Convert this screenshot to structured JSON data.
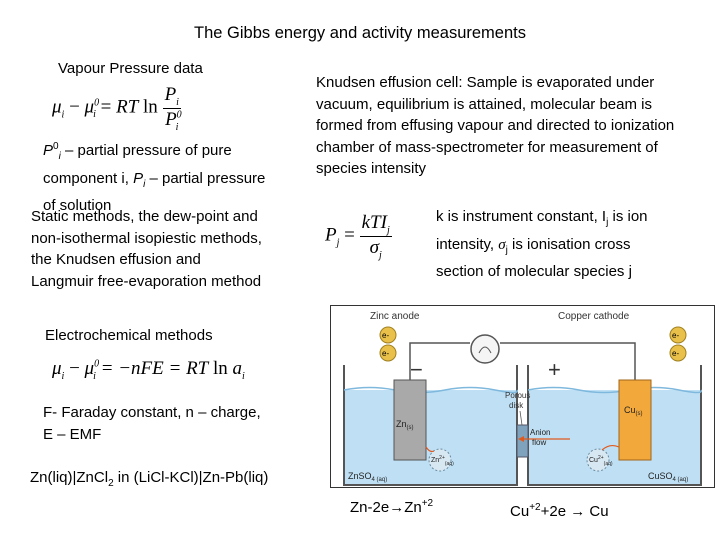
{
  "title": "The Gibbs energy and activity measurements",
  "left": {
    "vapour_heading": "Vapour Pressure data",
    "eq1": {
      "mu": "μ",
      "sub_i": "i",
      "minus": " − ",
      "mu0": "μ",
      "sup0": "0",
      "eq": " = ",
      "rt": "RT",
      "ln": " ln",
      "num": "P",
      "den": "P",
      "den_sup": "0"
    },
    "pressure_def": [
      "P",
      "0",
      "i",
      " – partial pressure of pure component i, ",
      "P",
      "i",
      " – partial pressure of solution"
    ],
    "static_methods": "Static methods, the dew-point and non-isothermal isopiestic methods, the Knudsen effusion and Langmuir free-evaporation method",
    "electro_heading": "Electrochemical methods",
    "eq2": {
      "lhs": "μ",
      "mid": " = −nFE = ",
      "rt": "RT",
      "ln": " ln ",
      "a": "a"
    },
    "faraday": "F- Faraday constant, n – charge, E – EMF",
    "cell": [
      "Zn(liq)|ZnCl",
      "2",
      " in (LiCl-KCl)|Zn-Pb(liq)"
    ]
  },
  "right": {
    "knudsen": "Knudsen effusion cell: Sample is evaporated under vacuum,  equilibrium is attained, molecular beam is formed from effusing vapour and directed to ionization chamber of mass-spectrometer for measurement of species intensity",
    "eq3": {
      "lhs": "P",
      "sub": "j",
      "eq": " = ",
      "num": "kTI",
      "num_sub": "j",
      "den": "σ",
      "den_sub": "j"
    },
    "k_def": [
      "k is instrument constant, I",
      "j",
      " is ion intensity, ",
      "σ",
      "j",
      "  is ionisation cross section of molecular species j"
    ]
  },
  "diagram": {
    "zinc_anode": "Zinc anode",
    "copper_cathode": "Copper cathode",
    "electron": "e-",
    "minus_sign": "−",
    "plus_sign": "+",
    "porous_disk": [
      "Porous",
      "disk"
    ],
    "anion_flow": [
      "Anion",
      "flow"
    ],
    "zn_s": [
      "Zn",
      "(s)"
    ],
    "cu_s": [
      "Cu",
      "(s)"
    ],
    "zn2_aq": [
      "Zn",
      "2+",
      "(aq)"
    ],
    "cu2_aq": [
      "Cu",
      "2+",
      "(aq)"
    ],
    "znso4": [
      "ZnSO",
      "4 (aq)"
    ],
    "cuso4": [
      "CuSO",
      "4 (aq)"
    ],
    "colors": {
      "solution": "#bfe0f4",
      "zinc": "#a9a9a9",
      "copper": "#f2a83a",
      "electron": "#e8c04a",
      "arrow": "#e05a1e"
    }
  },
  "reactions": {
    "anode": [
      "Zn-2e",
      "→",
      "Zn",
      "+2"
    ],
    "cathode": [
      "Cu",
      "+2",
      "+2e → Cu"
    ]
  }
}
